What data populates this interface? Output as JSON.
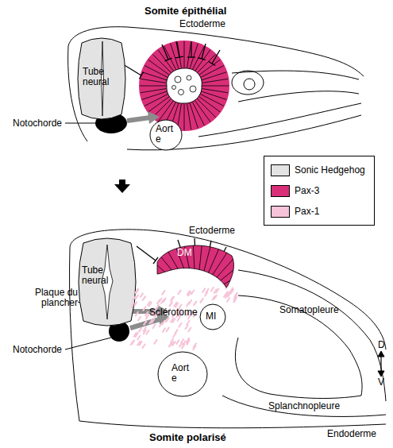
{
  "diagram": {
    "nodes": [
      {
        "text": [
          "Tube neural"
        ]
      },
      {
        "text": [
          "Aort e"
        ]
      },
      {
        "text": [
          "Tube neural"
        ]
      },
      {
        "text": [
          "DM"
        ]
      },
      {
        "text": [
          "Sclérotome"
        ]
      },
      {
        "text": [
          "MI"
        ]
      },
      {
        "text": [
          "Aort e"
        ]
      }
    ],
    "labels": [
      "Somite épithélial",
      "Ectoderme",
      "Notochorde",
      "Ectoderme",
      "Plaque du plancher",
      "Notochorde",
      "Somatopleure",
      "Splanchnopleure",
      "Endoderme",
      "D",
      "V",
      "Somite polarisé"
    ],
    "legend": [
      {
        "text": "Sonic Hedgehog",
        "color": "#e3e3e3"
      },
      {
        "text": "Pax-3",
        "color": "#d92e78"
      },
      {
        "text": "Pax-1",
        "color": "#f6c3d8"
      }
    ]
  }
}
